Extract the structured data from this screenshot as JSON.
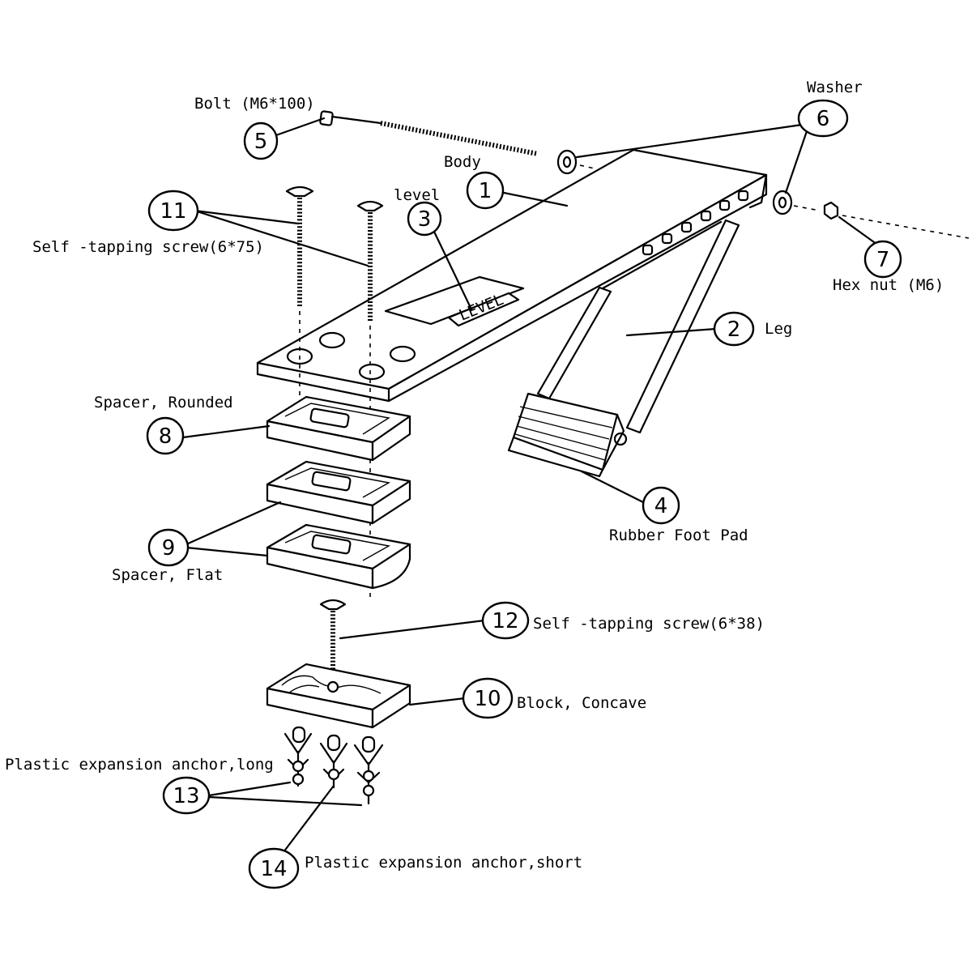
{
  "parts": [
    {
      "number": "1",
      "label": "Body"
    },
    {
      "number": "2",
      "label": "Leg"
    },
    {
      "number": "3",
      "label": "level"
    },
    {
      "number": "4",
      "label": "Rubber Foot Pad"
    },
    {
      "number": "5",
      "label": "Bolt (M6*100)"
    },
    {
      "number": "6",
      "label": "Washer"
    },
    {
      "number": "7",
      "label": "Hex nut (M6)"
    },
    {
      "number": "8",
      "label": "Spacer, Rounded"
    },
    {
      "number": "9",
      "label": "Spacer, Flat"
    },
    {
      "number": "10",
      "label": "Block, Concave"
    },
    {
      "number": "11",
      "label": "Self -tapping screw(6*75)"
    },
    {
      "number": "12",
      "label": "Self -tapping screw(6*38)"
    },
    {
      "number": "13",
      "label": "Plastic expansion anchor,long"
    },
    {
      "number": "14",
      "label": "Plastic expansion anchor,short"
    }
  ],
  "level_marking": "LEVEL"
}
